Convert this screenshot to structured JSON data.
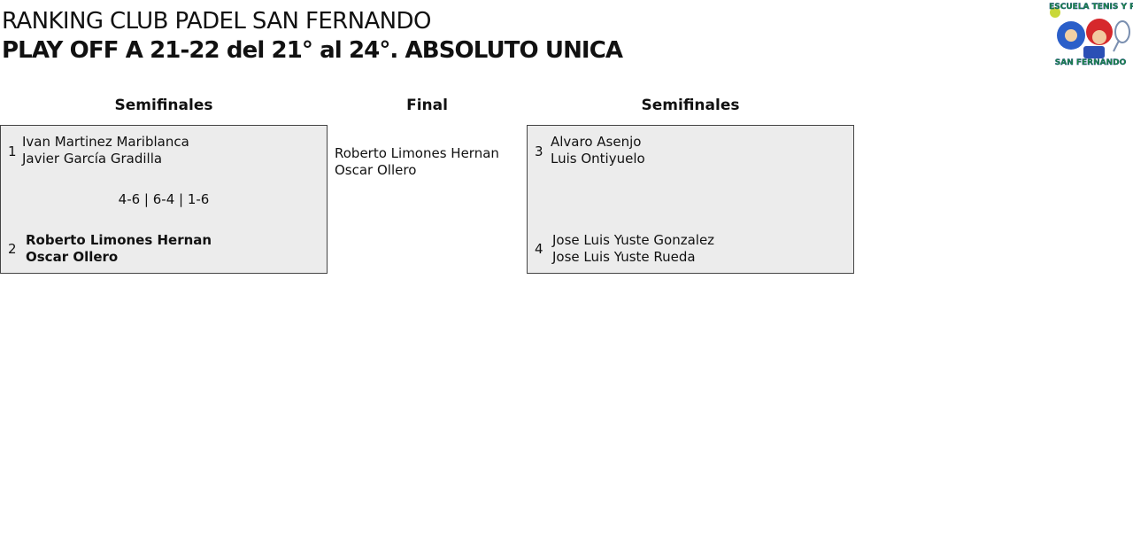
{
  "header": {
    "title_line1": "RANKING CLUB PADEL SAN FERNANDO",
    "title_line2": "PLAY OFF A 21-22 del 21° al 24°. ABSOLUTO UNICA",
    "logo_text_top": "CLUB ESCUELA TENIS Y PADEL",
    "logo_text_bottom": "SAN FERNANDO"
  },
  "columns": {
    "left": "Semifinales",
    "center": "Final",
    "right": "Semifinales"
  },
  "semifinal_left": {
    "team1": {
      "seed": "1",
      "player1": "Ivan Martinez Mariblanca",
      "player2": "Javier García Gradilla"
    },
    "score": "4-6 | 6-4 | 1-6",
    "team2": {
      "seed": "2",
      "player1": "Roberto Limones Hernan",
      "player2": "Oscar Ollero"
    }
  },
  "final": {
    "player1": "Roberto Limones Hernan",
    "player2": "Oscar Ollero"
  },
  "semifinal_right": {
    "team1": {
      "seed": "3",
      "player1": "Alvaro Asenjo",
      "player2": "Luis Ontiyuelo"
    },
    "score": "",
    "team2": {
      "seed": "4",
      "player1": "Jose Luis Yuste Gonzalez",
      "player2": "Jose Luis Yuste Rueda"
    }
  },
  "colors": {
    "match_bg": "#ececec",
    "border": "#444444",
    "text": "#111111"
  }
}
